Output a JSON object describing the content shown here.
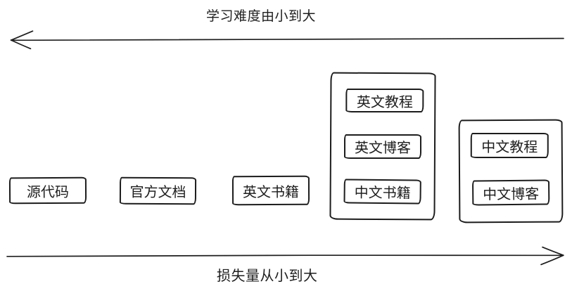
{
  "colors": {
    "stroke": "#1e1e1e",
    "background": "#ffffff"
  },
  "diagram": {
    "top_axis": {
      "label": "学习难度由小到大",
      "arrow_direction": "left"
    },
    "bottom_axis": {
      "label": "损失量从小到大",
      "arrow_direction": "right"
    },
    "boxes": [
      {
        "label": "源代码"
      },
      {
        "label": "官方文档"
      },
      {
        "label": "英文书籍"
      }
    ],
    "groups": [
      {
        "items": [
          {
            "label": "英文教程"
          },
          {
            "label": "英文博客"
          },
          {
            "label": "中文书籍"
          }
        ]
      },
      {
        "items": [
          {
            "label": "中文教程"
          },
          {
            "label": "中文博客"
          }
        ]
      }
    ]
  }
}
